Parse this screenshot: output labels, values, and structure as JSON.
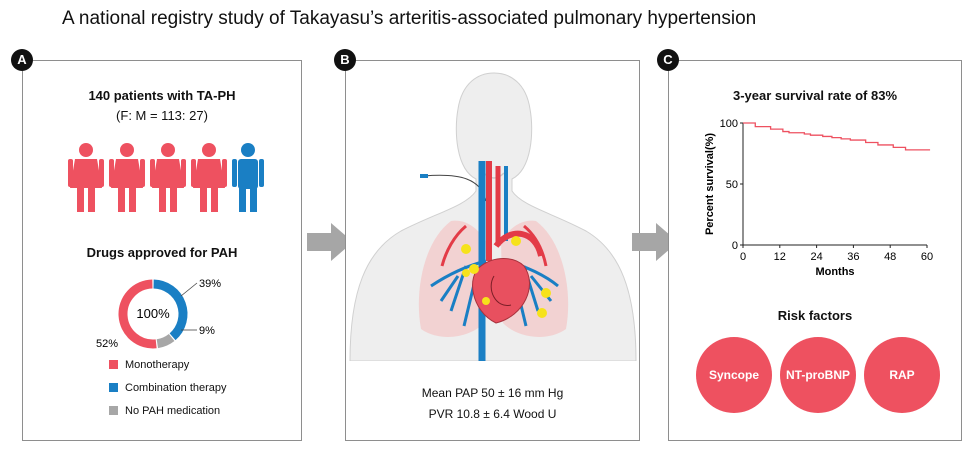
{
  "title": "A national registry study of Takayasu’s arteritis-associated pulmonary hypertension",
  "badges": {
    "a": "A",
    "b": "B",
    "c": "C"
  },
  "colors": {
    "red": "#ee5160",
    "blue": "#1a7fc4",
    "gray": "#a7a7a7",
    "arrow": "#a6a6a6"
  },
  "panel_a": {
    "patients_heading": "140 patients with TA-PH",
    "ratio": "(F: M = 113: 27)",
    "icons": [
      "female-figure-icon",
      "female-figure-icon",
      "female-figure-icon",
      "female-figure-icon",
      "male-figure-icon"
    ],
    "drugs_heading": "Drugs approved for PAH",
    "donut": {
      "center_label": "100%",
      "slices": [
        {
          "name": "Monotherapy",
          "value": 52,
          "label": "52%",
          "color": "#ee5160"
        },
        {
          "name": "Combination therapy",
          "value": 39,
          "label": "39%",
          "color": "#1a7fc4"
        },
        {
          "name": "No PAH medication",
          "value": 9,
          "label": "9%",
          "color": "#a7a7a7"
        }
      ]
    },
    "legend": [
      {
        "label": "Monotherapy",
        "color": "#ee5160"
      },
      {
        "label": "Combination therapy",
        "color": "#1a7fc4"
      },
      {
        "label": "No PAH medication",
        "color": "#a7a7a7"
      }
    ]
  },
  "panel_b": {
    "mean_pap": "Mean PAP 50 ± 16 mm Hg",
    "pvr": "PVR 10.8 ± 6.4 Wood U"
  },
  "panel_c": {
    "survival_heading": "3-year survival rate of 83%",
    "risk_heading": "Risk factors",
    "risk_factors": [
      "Syncope",
      "NT-proBNP",
      "RAP"
    ]
  },
  "chart_data": {
    "type": "line",
    "xlabel": "Months",
    "ylabel": "Percent survival(%)",
    "xlim": [
      0,
      60
    ],
    "ylim": [
      0,
      100
    ],
    "xticks": [
      0,
      12,
      24,
      36,
      48,
      60
    ],
    "yticks": [
      0,
      50,
      100
    ],
    "grid": false,
    "step": true,
    "series": [
      {
        "color": "#ee5160",
        "x": [
          0,
          3,
          4,
          8,
          9,
          13,
          15,
          20,
          22,
          26,
          29,
          32,
          35,
          40,
          44,
          49,
          53,
          61
        ],
        "y": [
          100,
          100,
          97,
          97,
          95,
          93,
          92,
          91,
          90,
          89,
          88,
          87,
          86,
          84,
          82,
          80,
          78,
          78
        ]
      }
    ]
  }
}
